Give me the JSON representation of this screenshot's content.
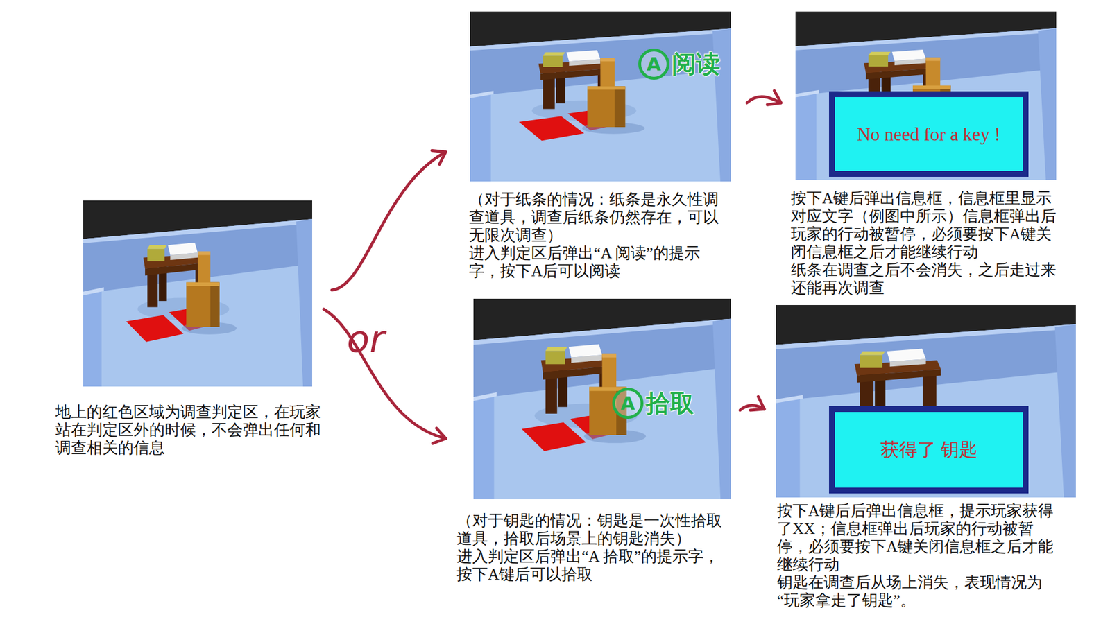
{
  "diagram": {
    "nodes": [
      {
        "text": [
          "地上的红色区域为调查判定区，在玩家站在判定区外的时候，不会弹出任何和调查相关的信息"
        ]
      },
      {
        "text": [
          "A",
          "阅读",
          "（对于纸条的情况：纸条是永久性调查道具，调查后纸条仍然存在，可以无限次调查）",
          "进入判定区后弹出“A 阅读”的提示字，按下A后可以阅读"
        ]
      },
      {
        "text": [
          "按下A键后弹出信息框，信息框里显示对应文字（例图中所示）信息框弹出后玩家的行动被暂停，必须要按下A键关闭信息框之后才能继续行动",
          "纸条在调查之后不会消失，之后走过来还能再次调查"
        ]
      },
      {
        "text": [
          "No need for a key !"
        ],
        "in": 2
      },
      {
        "text": [
          "A",
          "拾取",
          "（对于钥匙的情况：钥匙是一次性拾取道具，拾取后场景上的钥匙消失）",
          "进入判定区后弹出“A 拾取”的提示字，按下A键后可以拾取"
        ]
      },
      {
        "text": [
          "按下A键后后弹出信息框，提示玩家获得了XX；信息框弹出后玩家的行动被暂停，必须要按下A键关闭信息框之后才能继续行动",
          "钥匙在调查后从场上消失，表现情况为“玩家拿走了钥匙”。"
        ]
      },
      {
        "text": [
          "获得了 钥匙"
        ],
        "in": 5
      }
    ],
    "edges": [
      {
        "from": 0,
        "to": 1,
        "arrow": "to"
      },
      {
        "from": 0,
        "to": 4,
        "arrow": "to"
      },
      {
        "from": 1,
        "to": 2,
        "arrow": "to"
      },
      {
        "from": 4,
        "to": 5,
        "arrow": "to"
      }
    ],
    "labels": [
      "or"
    ]
  }
}
